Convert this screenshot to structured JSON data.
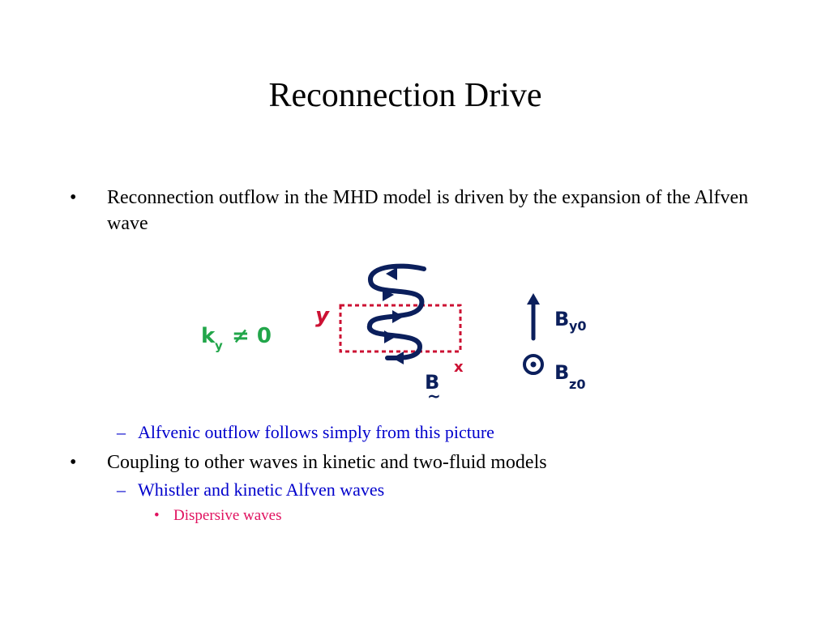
{
  "slide": {
    "title": "Reconnection Drive",
    "bullets": [
      {
        "marker": "•",
        "text": "Reconnection outflow in the MHD model is driven by the expansion of the Alfven wave"
      },
      {
        "marker": "–",
        "text": "Alfvenic outflow follows simply from this picture"
      },
      {
        "marker": "•",
        "text": "Coupling to other waves in kinetic and two-fluid models"
      },
      {
        "marker": "–",
        "text": "Whistler and kinetic Alfven waves"
      },
      {
        "marker": "•",
        "text": "Dispersive waves"
      }
    ]
  },
  "diagram": {
    "labels": {
      "ky": "k",
      "ky_sub": "y",
      "ky_rel": "≠ 0",
      "y_axis": "y",
      "x_axis": "x",
      "b_vector": "B",
      "b_tilde": "~",
      "by0": "B",
      "by0_sub": "y0",
      "bz0": "B",
      "bz0_sub": "z0"
    }
  },
  "colors": {
    "text": "#000000",
    "level2": "#0000cc",
    "level3": "#e0115f",
    "green": "#22a64a",
    "red": "#cc1133",
    "navy": "#0b1f5c"
  }
}
